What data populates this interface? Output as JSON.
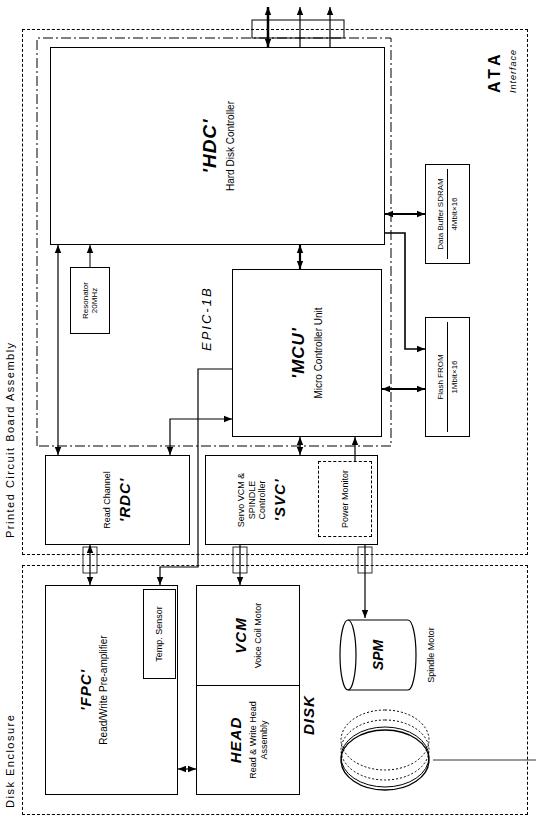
{
  "diagram": {
    "nodes": [
      {
        "text": [
          "Disk Enclosure"
        ]
      },
      {
        "text": [
          "'FPC'",
          "Read/Write Pre-amplifier"
        ],
        "in": 0
      },
      {
        "text": [
          "Temp. Sensor"
        ],
        "in": 1
      },
      {
        "text": [
          "HEAD",
          "Read & Write Head Assembly"
        ],
        "in": 0
      },
      {
        "text": [
          "VCM",
          "Voice Coil Motor"
        ],
        "in": 0
      },
      {
        "text": [
          "DISK"
        ],
        "in": 0
      },
      {
        "text": [
          "SPM",
          "Spindle Motor"
        ],
        "in": 0
      },
      {
        "text": [
          "Printed Circuit Board Assembly"
        ]
      },
      {
        "text": [
          "Read Channel",
          "'RDC'"
        ],
        "in": 7
      },
      {
        "text": [
          "Servo VCM & SPINDLE Controller",
          "'SVC'"
        ],
        "in": 7
      },
      {
        "text": [
          "Power Monitor"
        ],
        "in": 9
      },
      {
        "text": [
          "EPIC-1B"
        ],
        "in": 7
      },
      {
        "text": [
          "Resonator 20MHz"
        ],
        "in": 11
      },
      {
        "text": [
          "'MCU'",
          "Micro Controller Unit"
        ],
        "in": 11
      },
      {
        "text": [
          "'HDC'",
          "Hard Disk Controller"
        ],
        "in": 11
      },
      {
        "text": [
          "Flash FROM",
          "1Mbit×16"
        ],
        "in": 7
      },
      {
        "text": [
          "Data Buffer SDRAM",
          "4Mbit×16"
        ],
        "in": 7
      }
    ],
    "edges": [
      {
        "from": 14,
        "to": 8,
        "arrow": "both"
      },
      {
        "from": 8,
        "to": 1,
        "arrow": "both"
      },
      {
        "from": 13,
        "to": 14,
        "arrow": "both"
      },
      {
        "from": 14,
        "to": 16,
        "arrow": "both"
      },
      {
        "from": 14,
        "to": 15,
        "arrow": "to"
      },
      {
        "from": 13,
        "to": 15,
        "arrow": "both"
      },
      {
        "from": 13,
        "to": 9,
        "arrow": "both"
      },
      {
        "from": 13,
        "to": 8,
        "arrow": "both"
      },
      {
        "from": 13,
        "to": 1,
        "arrow": "to"
      },
      {
        "from": 9,
        "to": 4,
        "arrow": "to"
      },
      {
        "from": 9,
        "to": 6,
        "arrow": "to"
      },
      {
        "from": 10,
        "to": 13,
        "arrow": "to"
      },
      {
        "from": 12,
        "to": 14,
        "arrow": "to"
      },
      {
        "from": 1,
        "to": 3,
        "arrow": "both"
      }
    ],
    "labels": [
      "ATA",
      "Interface"
    ]
  }
}
